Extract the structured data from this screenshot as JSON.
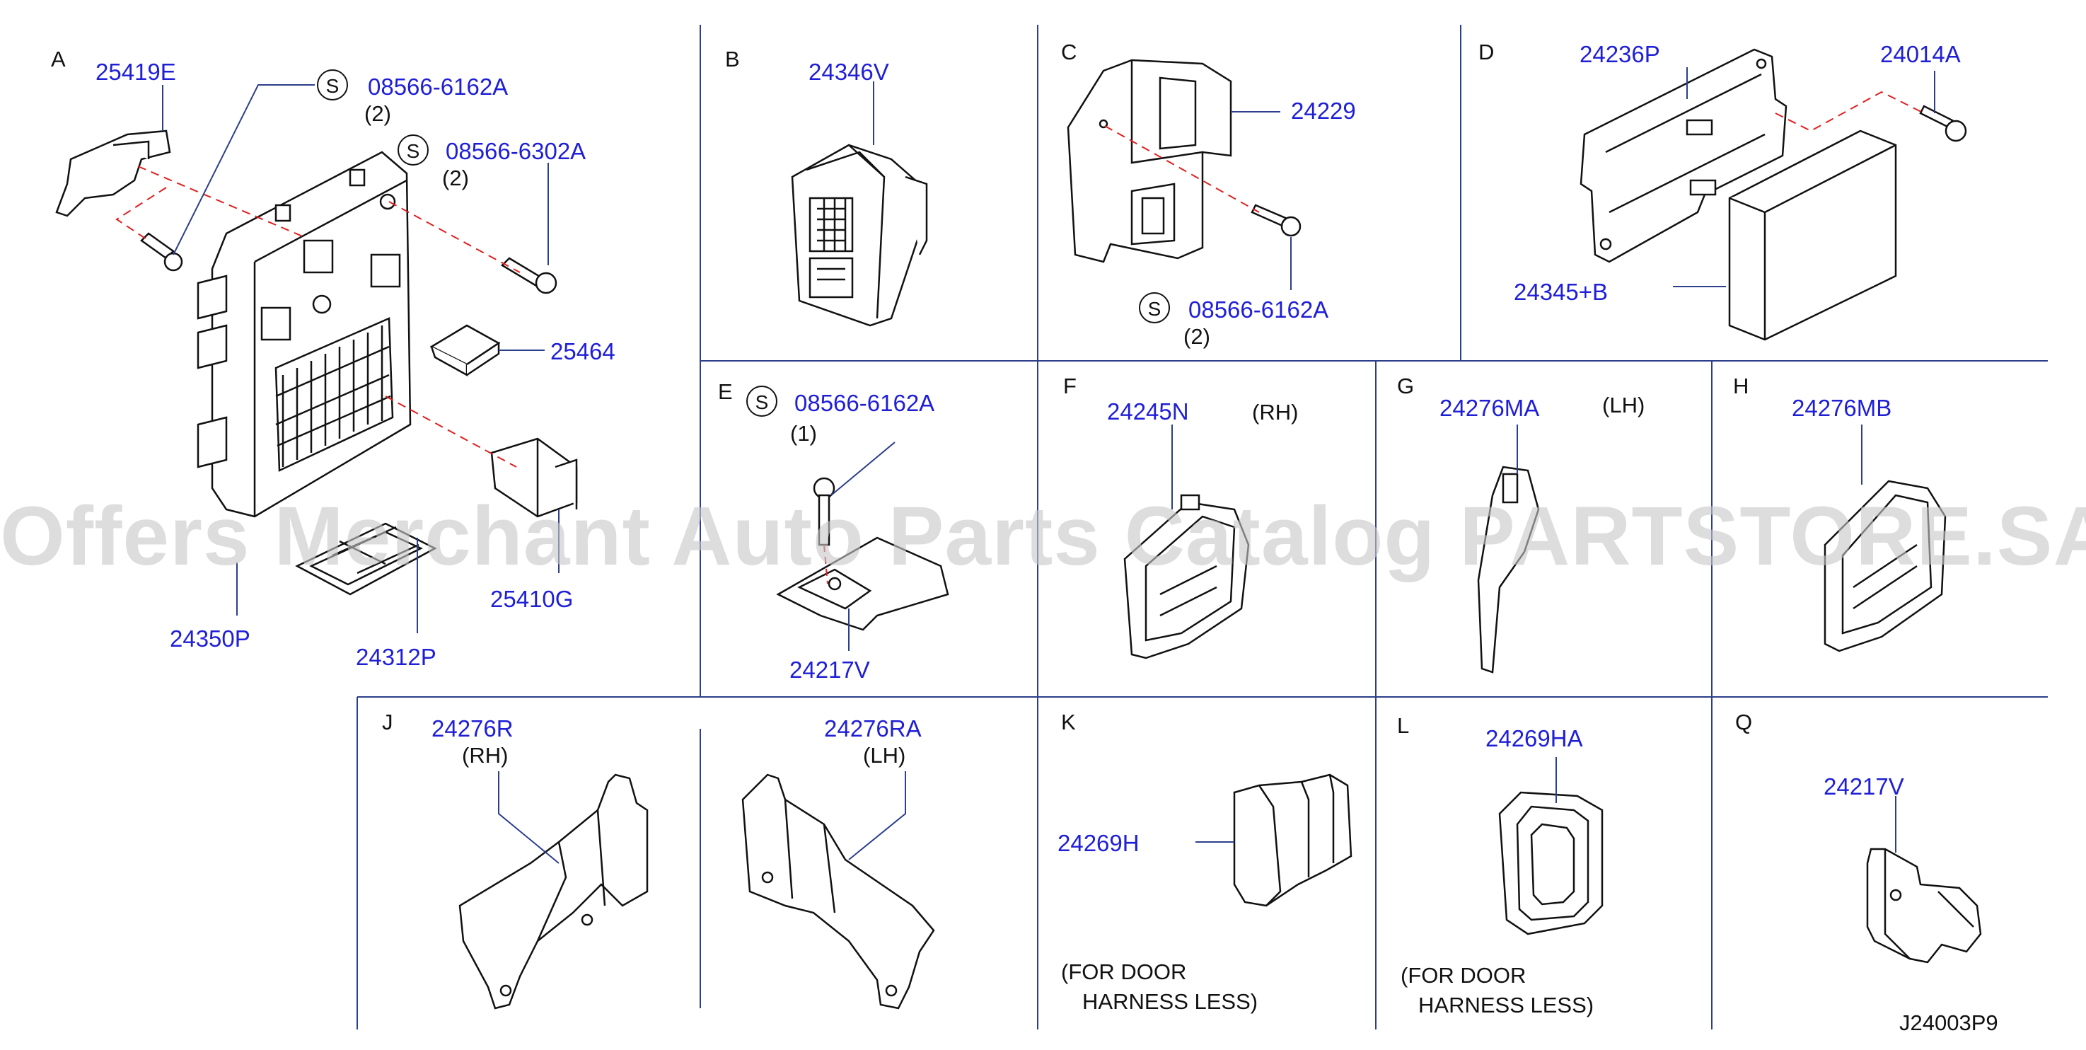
{
  "diagram_code": "J24003P9",
  "watermark": "Offers Merchant Auto Parts Catalog PARTSTORE.SA",
  "screw_symbol": "S",
  "sections": {
    "A": {
      "letter": "A",
      "p1": "25419E",
      "s1_part": "08566-6162A",
      "s1_qty": "(2)",
      "s2_part": "08566-6302A",
      "s2_qty": "(2)",
      "p2": "25464",
      "p3": "25410G",
      "p4": "24350P",
      "p5": "24312P"
    },
    "B": {
      "letter": "B",
      "p1": "24346V"
    },
    "C": {
      "letter": "C",
      "p1": "24229",
      "s1_part": "08566-6162A",
      "s1_qty": "(2)"
    },
    "D": {
      "letter": "D",
      "p1": "24236P",
      "p2": "24014A",
      "p3": "24345+B"
    },
    "E": {
      "letter": "E",
      "s1_part": "08566-6162A",
      "s1_qty": "(1)",
      "p1": "24217V"
    },
    "F": {
      "letter": "F",
      "p1": "24245N",
      "side": "(RH)"
    },
    "G": {
      "letter": "G",
      "p1": "24276MA",
      "side": "(LH)"
    },
    "H": {
      "letter": "H",
      "p1": "24276MB"
    },
    "J": {
      "letter": "J",
      "p1": "24276R",
      "side1": "(RH)",
      "p2": "24276RA",
      "side2": "(LH)"
    },
    "K": {
      "letter": "K",
      "p1": "24269H",
      "note1": "(FOR   DOOR",
      "note2": "HARNESS   LESS)"
    },
    "L": {
      "letter": "L",
      "p1": "24269HA",
      "note1": "(FOR   DOOR",
      "note2": "HARNESS   LESS)"
    },
    "Q": {
      "letter": "Q",
      "p1": "24217V"
    }
  },
  "colors": {
    "grid": "#2c3e8c",
    "leader": "#2c3e8c",
    "part_number": "#1f1fd6",
    "dashed": "#e02020",
    "drawing": "#111111"
  }
}
